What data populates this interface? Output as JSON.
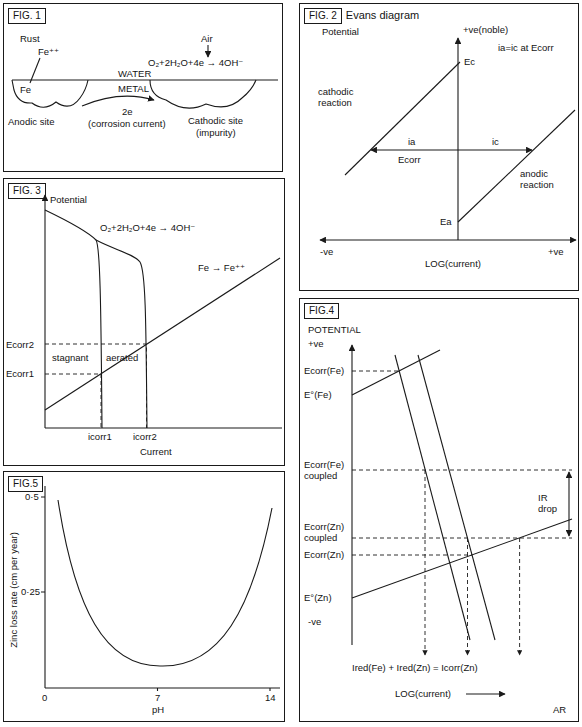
{
  "diagram": {
    "nodes": [
      {
        "text": [
          "FIG. 1"
        ]
      },
      {
        "text": [
          "FIG. 2",
          "Evans diagram"
        ]
      },
      {
        "text": [
          "FIG. 3"
        ]
      },
      {
        "text": [
          "FIG.4"
        ]
      },
      {
        "text": [
          "FIG.5"
        ]
      }
    ],
    "labels": [
      "Rust",
      "Fe⁺⁺",
      "Air",
      "O₂+2H₂O+4e → 4OH⁻",
      "WATER",
      "METAL",
      "Fe",
      "Anodic site",
      "2e",
      "(corrosion current)",
      "Cathodic site",
      "(impurity)",
      "Potential",
      "+ve(noble)",
      "cathodic reaction",
      "Ec",
      "ia=ic at Ecorr",
      "ia",
      "ic",
      "Ecorr",
      "anodic reaction",
      "Ea",
      "-ve",
      "+ve",
      "LOG(current)",
      "Potential",
      "O₂+2H₂O+4e → 4OH⁻",
      "Ecorr2",
      "Ecorr1",
      "stagnant",
      "aerated",
      "Fe → Fe⁺⁺",
      "icorr1",
      "icorr2",
      "Current",
      "POTENTIAL",
      "+ve",
      "Ecorr(Fe)",
      "E°(Fe)",
      "Ecorr(Fe) coupled",
      "IR drop",
      "Ecorr(Zn) coupled",
      "Ecorr(Zn)",
      "E°(Zn)",
      "-ve",
      "Ired(Fe) + Ired(Zn) = Icorr(Zn)",
      "LOG(current)",
      "AR",
      "Zinc loss rate (cm per year)",
      "0·5",
      "0·25",
      "0",
      "7",
      "14",
      "pH"
    ]
  }
}
